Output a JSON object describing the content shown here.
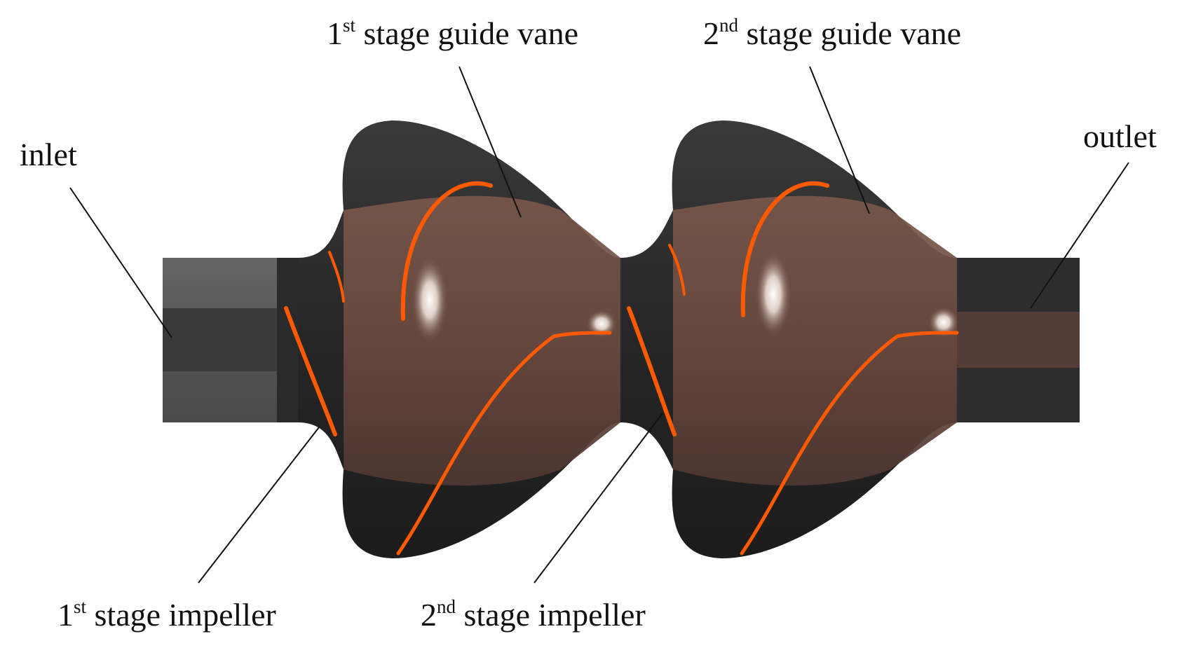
{
  "labels": {
    "inlet": "inlet",
    "outlet": "outlet",
    "guide_vane_1": {
      "num": "1",
      "sup": "st",
      "text": " stage guide vane"
    },
    "guide_vane_2": {
      "num": "2",
      "sup": "nd",
      "text": " stage guide vane"
    },
    "impeller_1": {
      "num": "1",
      "sup": "st",
      "text": " stage impeller"
    },
    "impeller_2": {
      "num": "2",
      "sup": "nd",
      "text": " stage impeller"
    }
  },
  "colors": {
    "casing_dark": "#2b2b2b",
    "casing_mid": "#4a4a4a",
    "pipe_gray": "#5a5a5a",
    "fluid_brown": "#6a4a40",
    "blade_orange": "#ff5a00"
  }
}
